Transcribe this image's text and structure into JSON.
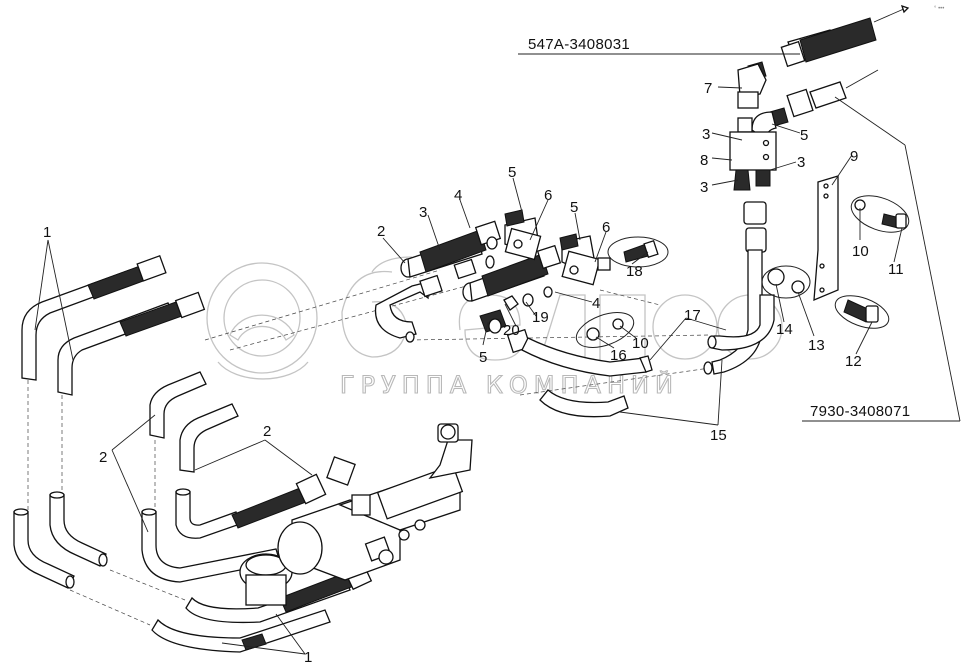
{
  "diagram": {
    "title": "Exploded parts diagram — power steering hydraulic lines",
    "assemblies": [
      {
        "id": "assy-top",
        "label": "547A-3408031"
      },
      {
        "id": "assy-right",
        "label": "7930-3408071"
      }
    ],
    "watermark": {
      "logo": "белАЗ-style ring logo",
      "brand_text": "белтро",
      "caption": "ГРУППА КОМПАНИЙ"
    },
    "corner_mark": "° •••",
    "callouts": [
      {
        "num": "1",
        "part": "hose-assembly"
      },
      {
        "num": "1",
        "part": "hose-assembly-lower"
      },
      {
        "num": "2",
        "part": "hose-left-upper"
      },
      {
        "num": "2",
        "part": "hose-left-middle"
      },
      {
        "num": "2",
        "part": "hose-center"
      },
      {
        "num": "2",
        "part": "hose-top"
      },
      {
        "num": "3",
        "part": "spring-guard-top"
      },
      {
        "num": "3",
        "part": "adapter-block-top"
      },
      {
        "num": "3",
        "part": "adapter-block-right"
      },
      {
        "num": "3",
        "part": "adapter-block-bottom"
      },
      {
        "num": "4",
        "part": "nut-hose-top"
      },
      {
        "num": "4",
        "part": "washer-right"
      },
      {
        "num": "5",
        "part": "elbow-fitting-1"
      },
      {
        "num": "5",
        "part": "elbow-fitting-2"
      },
      {
        "num": "5",
        "part": "elbow-fitting-lower"
      },
      {
        "num": "5",
        "part": "elbow-fitting-block"
      },
      {
        "num": "6",
        "part": "tee-block-1"
      },
      {
        "num": "6",
        "part": "tee-block-2"
      },
      {
        "num": "7",
        "part": "angle-fitting"
      },
      {
        "num": "8",
        "part": "distributor-block"
      },
      {
        "num": "9",
        "part": "bracket-plate"
      },
      {
        "num": "10",
        "part": "washer-bracket"
      },
      {
        "num": "10",
        "part": "washer-center"
      },
      {
        "num": "11",
        "part": "bolt-bracket"
      },
      {
        "num": "12",
        "part": "bolt-lower"
      },
      {
        "num": "13",
        "part": "washer-lock"
      },
      {
        "num": "14",
        "part": "nut-bracket"
      },
      {
        "num": "15",
        "part": "tube-lower"
      },
      {
        "num": "16",
        "part": "nut-center"
      },
      {
        "num": "17",
        "part": "tube-center"
      },
      {
        "num": "18",
        "part": "bolt-tee"
      },
      {
        "num": "19",
        "part": "seal-ring"
      },
      {
        "num": "20",
        "part": "lock-nut"
      }
    ]
  }
}
